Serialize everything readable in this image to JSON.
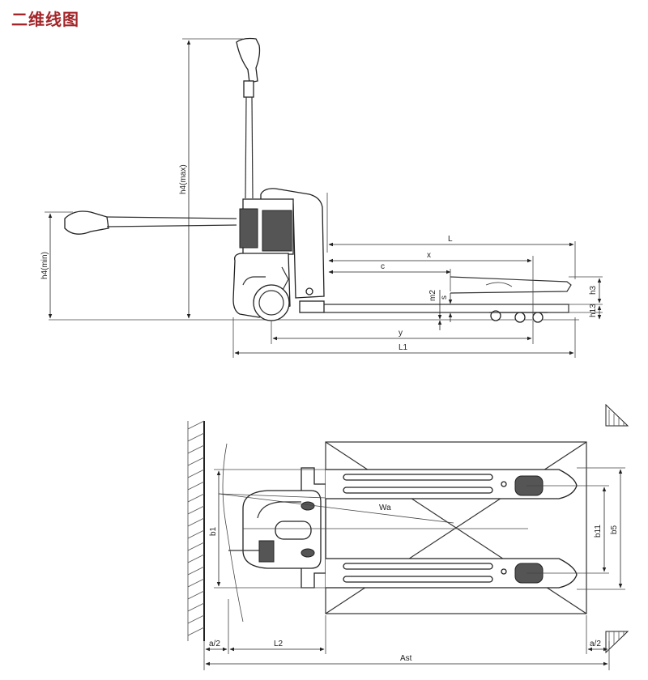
{
  "heading": "二维线图",
  "side_view": {
    "labels": {
      "h14max": "h4(max)",
      "h14min": "h4(min)",
      "L": "L",
      "x": "x",
      "c": "c",
      "m2": "m2",
      "s": "s",
      "h3": "h3",
      "h13": "h13",
      "y": "y",
      "L1": "L1"
    }
  },
  "top_view": {
    "labels": {
      "Wa": "Wa",
      "b1": "b1",
      "b11": "b11",
      "b5": "b5",
      "a2_left": "a/2",
      "L2": "L2",
      "a2_right": "a/2",
      "Ast": "Ast"
    }
  }
}
